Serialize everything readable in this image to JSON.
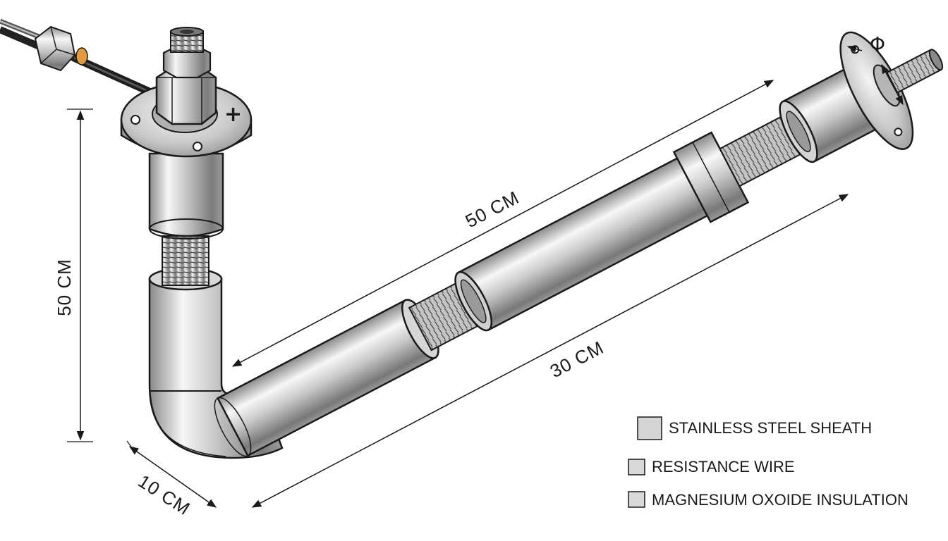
{
  "dimensions": {
    "vertical": "50 CM",
    "diagonal_top": "50 CM",
    "diagonal_bottom": "30 CM",
    "bend": "10 CM"
  },
  "symbols": {
    "diameter": "Φ",
    "terminal": "+"
  },
  "legend": [
    {
      "label": "STAINLESS STEEL SHEATH",
      "color": "#d4d4d4"
    },
    {
      "label": "RESISTANCE WIRE",
      "color": "#d9d9d9"
    },
    {
      "label": "MAGNESIUM OXOIDE INSULATION",
      "color": "#d9d9d9"
    }
  ],
  "colors": {
    "steel_light": "#f4f4f4",
    "steel_mid": "#b9b9b9",
    "steel_dark": "#6e6e6e",
    "wire_accent": "#e39a3a"
  }
}
